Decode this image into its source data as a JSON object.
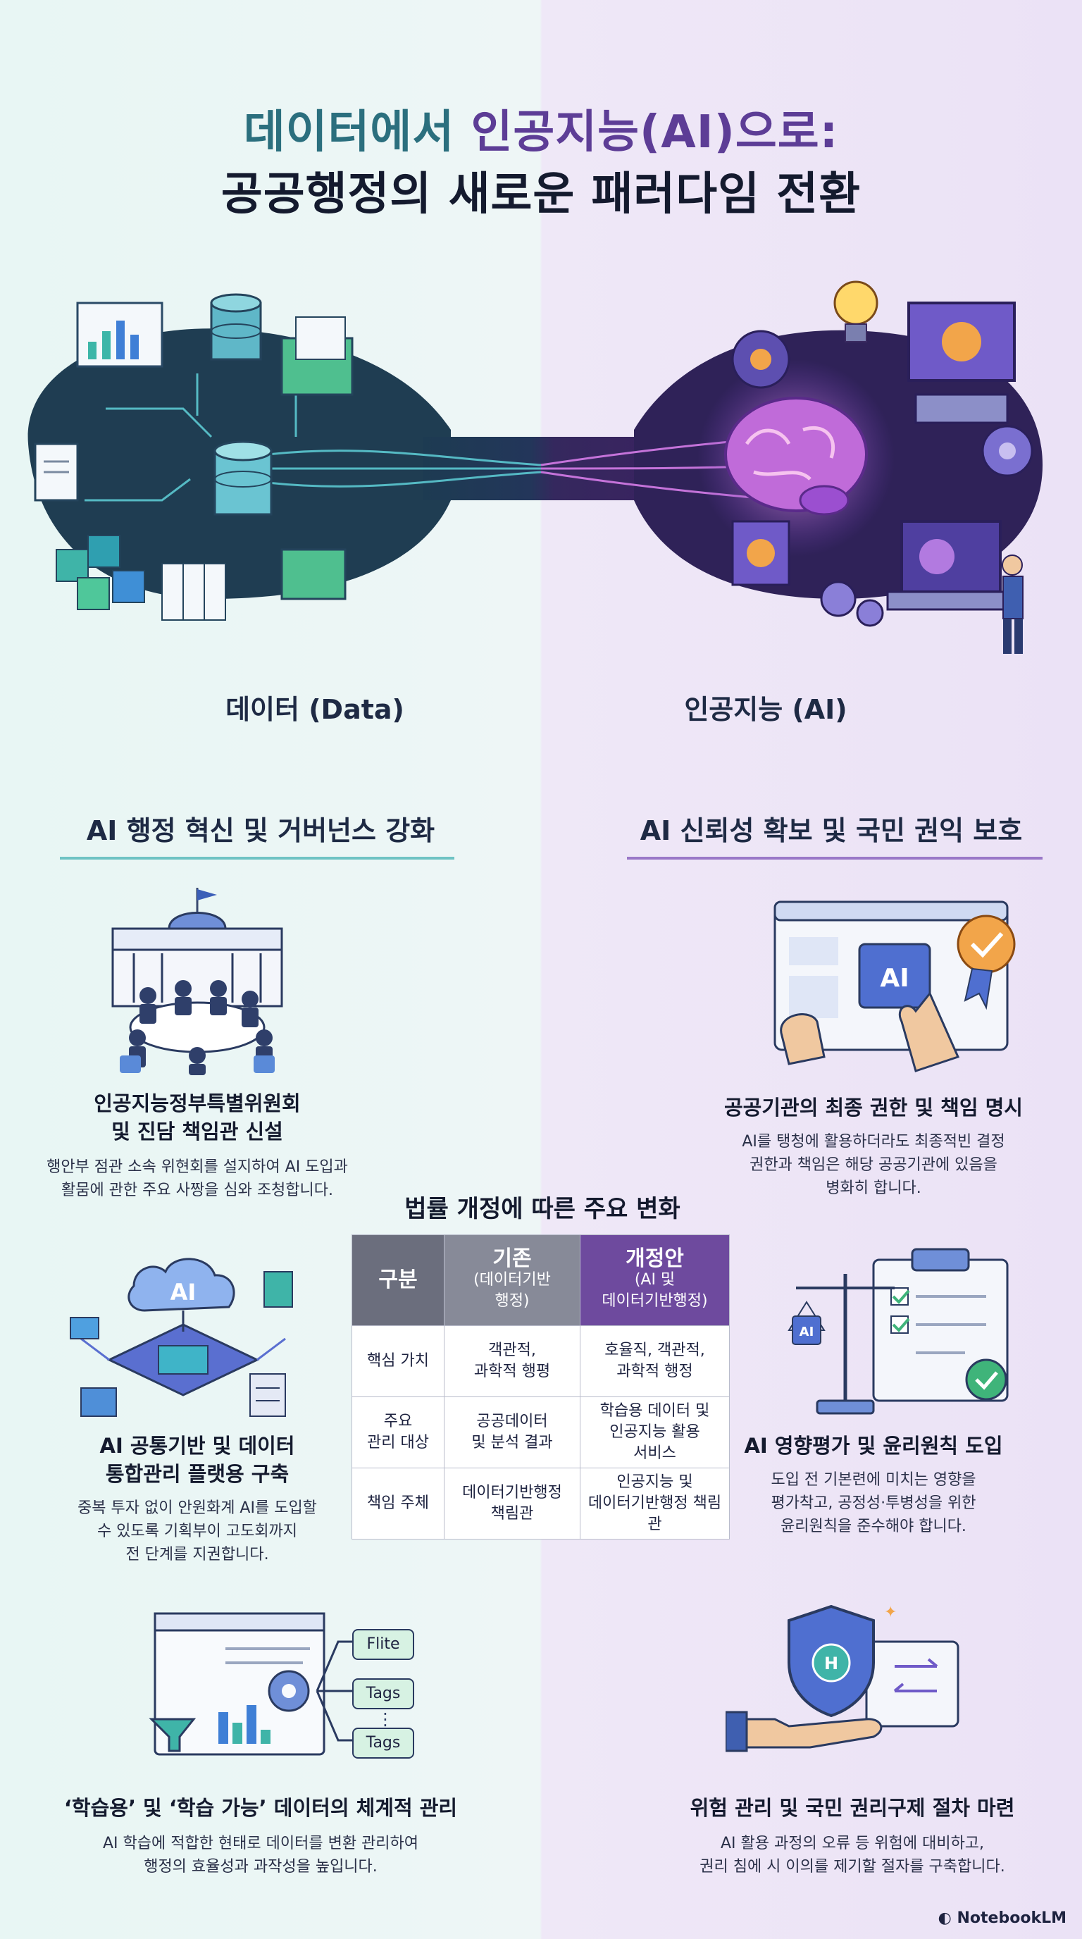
{
  "title": {
    "line1_part1": "데이터에서",
    "line1_part2": "인공지능(AI)으로:",
    "line2": "공공행정의 새로운 패러다임 전환"
  },
  "hero": {
    "left_caption": "데이터 (Data)",
    "right_caption": "인공지능 (AI)",
    "chart_icon_label": "",
    "ai_icon_label": "AI"
  },
  "sections": {
    "left_heading": "AI 행정 혁신 및 거버넌스 강화",
    "right_heading": "AI 신뢰성 확보 및 국민 권익 보호"
  },
  "features_left": [
    {
      "title_l1": "인공지능정부특별위원회",
      "title_l2": "및 진담 책임관 신설",
      "desc_l1": "행안부 점관 소속 위현회를 설지하여 AI 도입과",
      "desc_l2": "활뭄에 관한 주요 사짱을 심와 조청합니다.",
      "desc_l3": ""
    },
    {
      "title_l1": "AI 공통기반 및 데이터",
      "title_l2": "통합관리 플랫용 구축",
      "desc_l1": "중복 투자 없이 안원화계 AI를 도입할",
      "desc_l2": "수 있도록 기획부이 고도회까지",
      "desc_l3": "전 단계를 지권합니다."
    },
    {
      "title_l1": "‘학습용’ 및 ‘학습 가능’ 데이터의 체계적 관리",
      "title_l2": "",
      "desc_l1": "AI 학습에 적합한 현태로 데이터를 변환 관리하여",
      "desc_l2": "행정의 효율성과 과작성을 높입니다.",
      "desc_l3": ""
    }
  ],
  "features_right": [
    {
      "title_l1": "공공기관의 최종 권한 및 책임 명시",
      "title_l2": "",
      "desc_l1": "AI를 탱청에 활용하더라도 최종적빈 결정",
      "desc_l2": "권한과 책임은 해당 공공기관에 있음을",
      "desc_l3": "병화히 합니다."
    },
    {
      "title_l1": "AI 영향평가 및 윤리원칙 도입",
      "title_l2": "",
      "desc_l1": "도입 전 기본련에 미치는 영향을",
      "desc_l2": "평가착고, 공정성·투병성을 위한",
      "desc_l3": "윤리원칙을 준수해야 합니다."
    },
    {
      "title_l1": "위험 관리 및 국민 권리구제 절차 마련",
      "title_l2": "",
      "desc_l1": "AI 활용 과정의 오류 등 위험에 대비하고,",
      "desc_l2": "권리 침에 시 이의를 제기할 절자를 구축합니다.",
      "desc_l3": ""
    }
  ],
  "data_tags": [
    "Flite",
    "Tags",
    "Tags"
  ],
  "shield_letter": "H",
  "table": {
    "title": "법률 개정에 따른 주요 변화",
    "headers": [
      {
        "l1": "구분",
        "l2": "",
        "l3": ""
      },
      {
        "l1": "기존",
        "l2": "(데이터기반",
        "l3": "행정)"
      },
      {
        "l1": "개정안",
        "l2": "(AI 및",
        "l3": "데이터기반행정)"
      }
    ],
    "rows": [
      {
        "c0_l1": "핵심 가치",
        "c0_l2": "",
        "c1_l1": "객관적,",
        "c1_l2": "과학적 행평",
        "c2_l1": "호율직, 객관적,",
        "c2_l2": "과학적 행정",
        "c2_l3": ""
      },
      {
        "c0_l1": "주요",
        "c0_l2": "관리 대상",
        "c1_l1": "공공데이터",
        "c1_l2": "및 분석 결과",
        "c2_l1": "학습용 데이터 및",
        "c2_l2": "인공지능 활용",
        "c2_l3": "서비스"
      },
      {
        "c0_l1": "책임 주체",
        "c0_l2": "",
        "c1_l1": "데이터기반행정",
        "c1_l2": "책림관",
        "c2_l1": "인공지능 및",
        "c2_l2": "데이터기반행정 책림관",
        "c2_l3": ""
      }
    ]
  },
  "colors": {
    "teal": "#2b6f7e",
    "purple": "#5d3d96",
    "header_gray": "#6b6e7d",
    "header_purple": "#6e4a9e"
  },
  "brand": "NotebookLM"
}
